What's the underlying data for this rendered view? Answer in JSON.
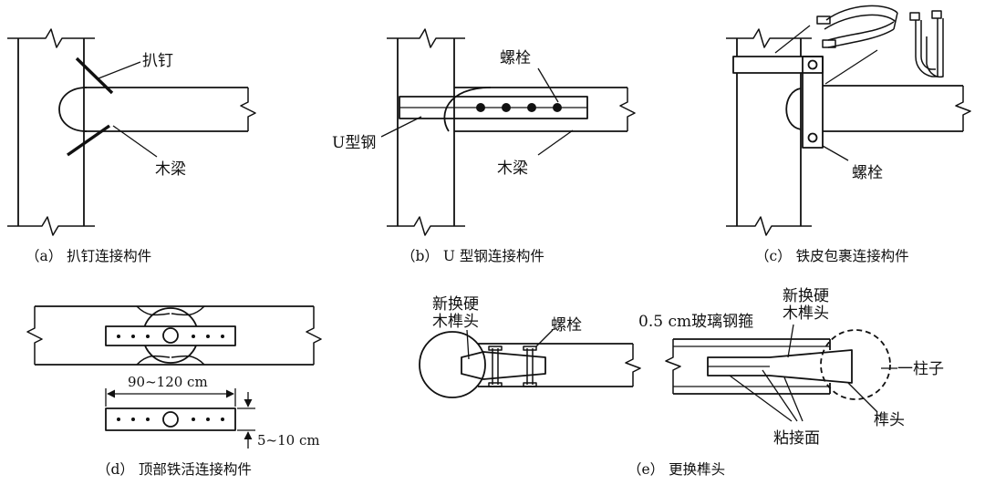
{
  "panels": {
    "a": {
      "caption": "（a） 扒钉连接构件",
      "labels": {
        "staple": "扒钉",
        "beam": "木梁"
      }
    },
    "b": {
      "caption": "（b） U 型钢连接构件",
      "labels": {
        "bolt": "螺栓",
        "u_steel": "U型钢",
        "beam": "木梁"
      }
    },
    "c": {
      "caption": "（c） 铁皮包裹连接构件",
      "labels": {
        "bolt": "螺栓"
      }
    },
    "d": {
      "caption": "（d） 顶部铁活连接构件",
      "labels": {
        "length": "90~120 cm",
        "width": "5~10 cm"
      }
    },
    "e": {
      "caption": "（e） 更换榫头",
      "labels": {
        "new_tenon_left_1": "新换硬",
        "new_tenon_left_2": "木榫头",
        "bolt": "螺栓",
        "gfrp_hoop": "0.5 cm玻璃钢箍",
        "new_tenon_right_1": "新换硬",
        "new_tenon_right_2": "木榫头",
        "column": "一柱子",
        "tenon": "榫头",
        "bond_surface": "粘接面"
      }
    }
  }
}
